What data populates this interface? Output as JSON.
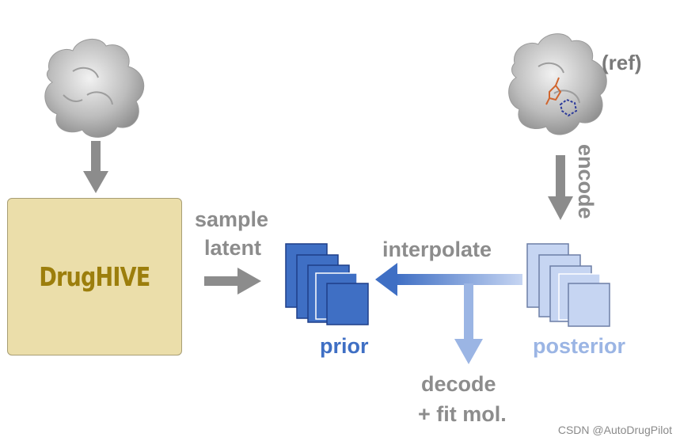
{
  "model_name": "DrugHIVE",
  "labels": {
    "reference_tag": "(ref)",
    "encode": "encode",
    "sample_line1": "sample",
    "sample_line2": "latent",
    "interpolate": "interpolate",
    "prior": "prior",
    "posterior": "posterior",
    "decode_line1": "decode",
    "decode_line2": "+ fit mol."
  },
  "watermark": "CSDN @AutoDrugPilot",
  "colors": {
    "prior_blue": "#3f6fc4",
    "posterior_blue": "#9bb5e4",
    "arrow_gray": "#8c8c8c",
    "model_box_fill": "#ebdeaa",
    "model_text": "#9c7e0c"
  },
  "icons": [
    "protein-surface-icon",
    "protein-with-ligand-icon"
  ]
}
